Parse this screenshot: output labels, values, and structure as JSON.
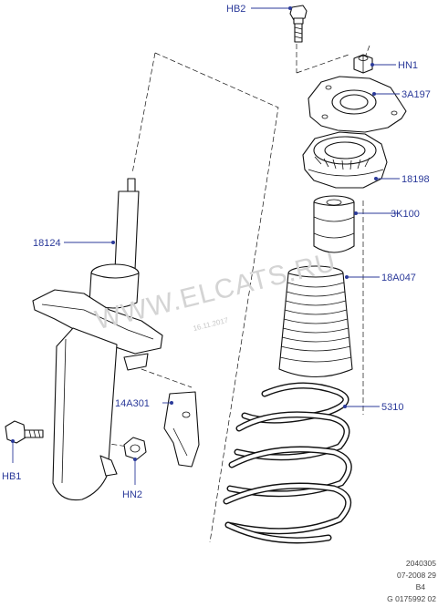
{
  "callouts": {
    "hb2": "HB2",
    "hn1": "HN1",
    "mount": "3A197",
    "seat": "18198",
    "bumper": "3K100",
    "strut": "18124",
    "boot": "18A047",
    "bracket": "14A301",
    "spring": "5310",
    "hb1": "HB1",
    "hn2": "HN2"
  },
  "watermark": "WWW.ELCATS.RU",
  "date_stamp": "16.11.2017",
  "footer": {
    "line1": "2040305",
    "line2": "07-2008 29",
    "line3": "B4",
    "line4": "G 0175992 02"
  },
  "colors": {
    "callout": "#2b3a9a",
    "line_art": "#111111",
    "watermark": "#d4d4d4"
  }
}
